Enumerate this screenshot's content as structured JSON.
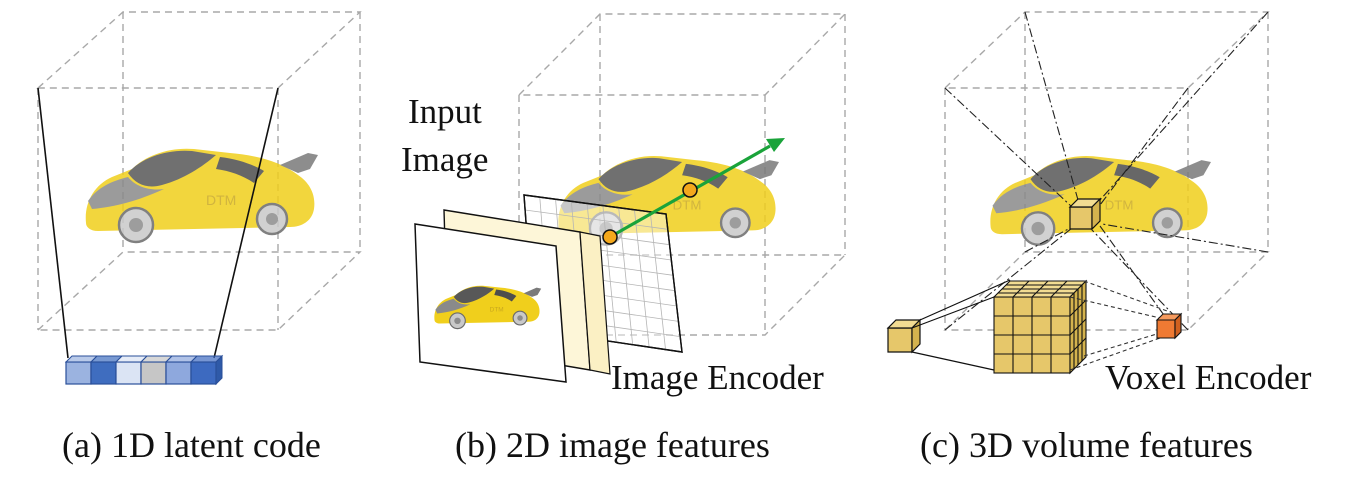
{
  "panels": [
    {
      "caption": "(a) 1D latent code",
      "latent_code_colors": [
        "#9bb3e0",
        "#3f6dbf",
        "#dbe4f4",
        "#c6c6c6",
        "#8ea8dd",
        "#3d6ac0"
      ]
    },
    {
      "caption": "(b) 2D image features",
      "input_label_line1": "Input",
      "input_label_line2": "Image",
      "encoder_label": "Image Encoder",
      "ray_color": "#1aa33a",
      "sample_point_color": "#f4a81c"
    },
    {
      "caption": "(c) 3D volume features",
      "encoder_label": "Voxel Encoder",
      "voxel_color": "#e6c76a",
      "feature_color": "#ef7a33"
    }
  ],
  "colors": {
    "car_body": "#f0cf1c",
    "car_dark": "#565656",
    "dashed_box": "#a8a8a8",
    "feature_plane": "#fdf6d8"
  }
}
